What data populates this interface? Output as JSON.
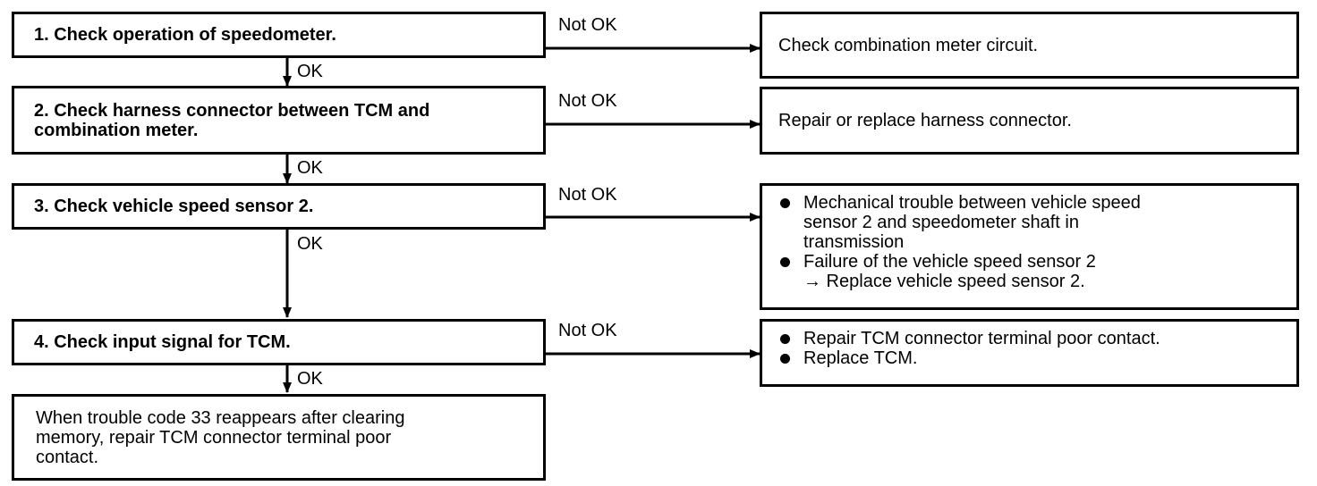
{
  "steps": [
    {
      "label": "1.  Check operation of speedometer."
    },
    {
      "label": "2.  Check harness connector between TCM and\n     combination meter."
    },
    {
      "label": "3.  Check vehicle speed sensor 2."
    },
    {
      "label": "4.  Check input signal for TCM."
    }
  ],
  "final": {
    "text": "When trouble code 33 reappears after clearing\nmemory, repair TCM connector terminal poor\ncontact."
  },
  "results": [
    {
      "text": "Check combination meter circuit."
    },
    {
      "text": "Repair or replace harness connector."
    },
    {
      "bullets": [
        "Mechanical trouble between vehicle speed\nsensor 2 and speedometer shaft in\ntransmission",
        "Failure of the vehicle speed sensor 2\n→ Replace vehicle speed sensor 2."
      ]
    },
    {
      "bullets": [
        "Repair TCM connector terminal poor contact.",
        "Replace TCM."
      ]
    }
  ],
  "labels": {
    "ok": "OK",
    "not_ok": "Not OK"
  }
}
